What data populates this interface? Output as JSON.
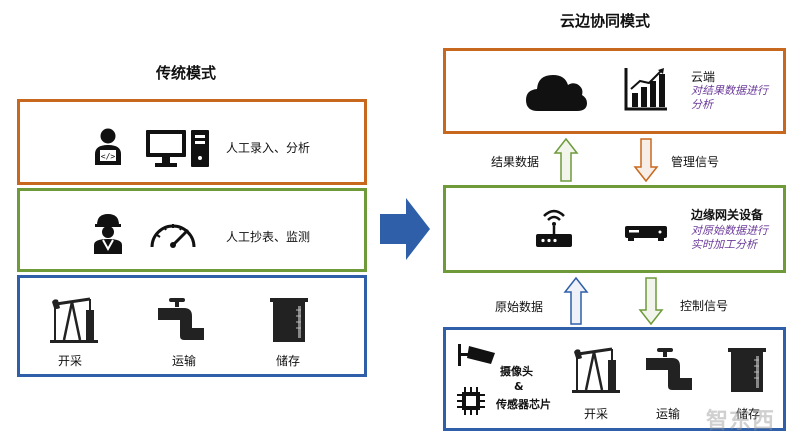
{
  "left": {
    "title": "传统模式",
    "manual_entry": {
      "label": "人工录入、分析"
    },
    "manual_copy": {
      "label": "人工抄表、监测"
    },
    "field": {
      "items": [
        "开采",
        "运输",
        "储存"
      ]
    }
  },
  "right": {
    "title": "云边协同模式",
    "cloud": {
      "title": "云端",
      "desc_line1": "对结果数据进行",
      "desc_line2": "分析"
    },
    "edge": {
      "title": "边缘网关设备",
      "desc_line1": "对原始数据进行",
      "desc_line2": "实时加工分析"
    },
    "device": {
      "camera": "摄像头",
      "amp": "&",
      "sensor": "传感器芯片",
      "items": [
        "开采",
        "运输",
        "储存"
      ]
    },
    "arrows": {
      "result_data": "结果数据",
      "management_signal": "管理信号",
      "raw_data": "原始数据",
      "control_signal": "控制信号"
    }
  },
  "watermark": "智东西",
  "colors": {
    "orange": "#c8681f",
    "green": "#6e9a3a",
    "blue": "#2f5fa8",
    "arrow_blue": "#2f5fa8"
  },
  "icons": [
    "developer-icon",
    "computer-icon",
    "worker-icon",
    "gauge-icon",
    "pumpjack-icon",
    "pipe-valve-icon",
    "tank-icon",
    "cloud-icon",
    "bar-chart-icon",
    "router-icon",
    "gateway-device-icon",
    "camera-icon",
    "chip-icon"
  ]
}
